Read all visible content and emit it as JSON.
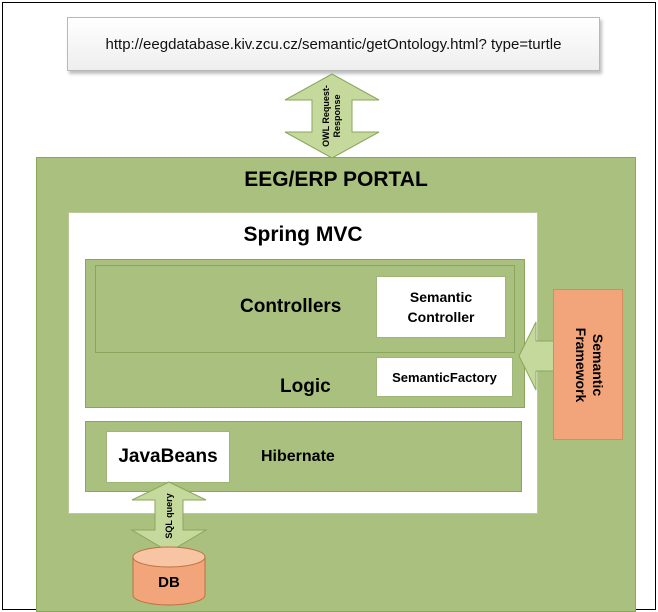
{
  "url_box": {
    "text": "http://eegdatabase.kiv.zcu.cz/semantic/getOntology.html? type=turtle"
  },
  "owl_arrow": {
    "line1": "OWL Request-",
    "line2": "Response"
  },
  "portal": {
    "title": "EEG/ERP PORTAL"
  },
  "spring_mvc": {
    "title": "Spring MVC"
  },
  "controllers": {
    "label": "Controllers"
  },
  "semantic_controller": {
    "line1": "Semantic",
    "line2": "Controller"
  },
  "logic": {
    "label": "Logic"
  },
  "semantic_factory": {
    "label": "SemanticFactory"
  },
  "hibernate": {
    "javabeans_label": "JavaBeans",
    "label": "Hibernate"
  },
  "semantic_framework": {
    "line1": "Semantic",
    "line2": "Framework"
  },
  "sql_arrow": {
    "label": "SQL query"
  },
  "db": {
    "label": "DB"
  },
  "colors": {
    "green_fill": "#a9c07e",
    "arrow_fill": "#c6d99d",
    "orange_fill": "#f2a57a",
    "white": "#ffffff"
  }
}
